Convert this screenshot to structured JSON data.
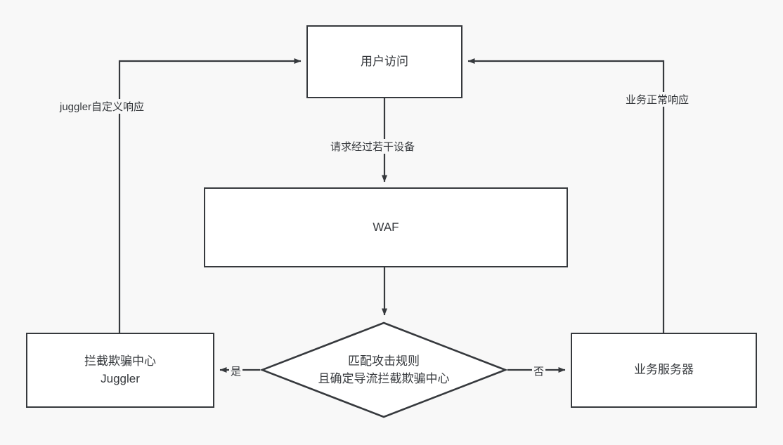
{
  "diagram": {
    "type": "flowchart",
    "background_color": "#f8f8f8",
    "stroke_color": "#36393d",
    "node_fill": "#ffffff",
    "nodes": [
      {
        "id": "user-access",
        "shape": "rectangle",
        "label": "用户访问"
      },
      {
        "id": "waf",
        "shape": "rectangle",
        "label": "WAF"
      },
      {
        "id": "decision",
        "shape": "diamond",
        "label": "匹配攻击规则\n且确定导流拦截欺骗中心"
      },
      {
        "id": "juggler",
        "shape": "rectangle",
        "label": "拦截欺骗中心\nJuggler"
      },
      {
        "id": "business-server",
        "shape": "rectangle",
        "label": "业务服务器"
      }
    ],
    "edges": [
      {
        "id": "user-to-waf",
        "from": "user-access",
        "to": "waf",
        "label": "请求经过若干设备"
      },
      {
        "id": "waf-to-decision",
        "from": "waf",
        "to": "decision",
        "label": ""
      },
      {
        "id": "decision-to-juggler",
        "from": "decision",
        "to": "juggler",
        "label": "是"
      },
      {
        "id": "decision-to-server",
        "from": "decision",
        "to": "business-server",
        "label": "否"
      },
      {
        "id": "juggler-to-user",
        "from": "juggler",
        "to": "user-access",
        "label": "juggler自定义响应"
      },
      {
        "id": "server-to-user",
        "from": "business-server",
        "to": "user-access",
        "label": "业务正常响应"
      }
    ]
  }
}
